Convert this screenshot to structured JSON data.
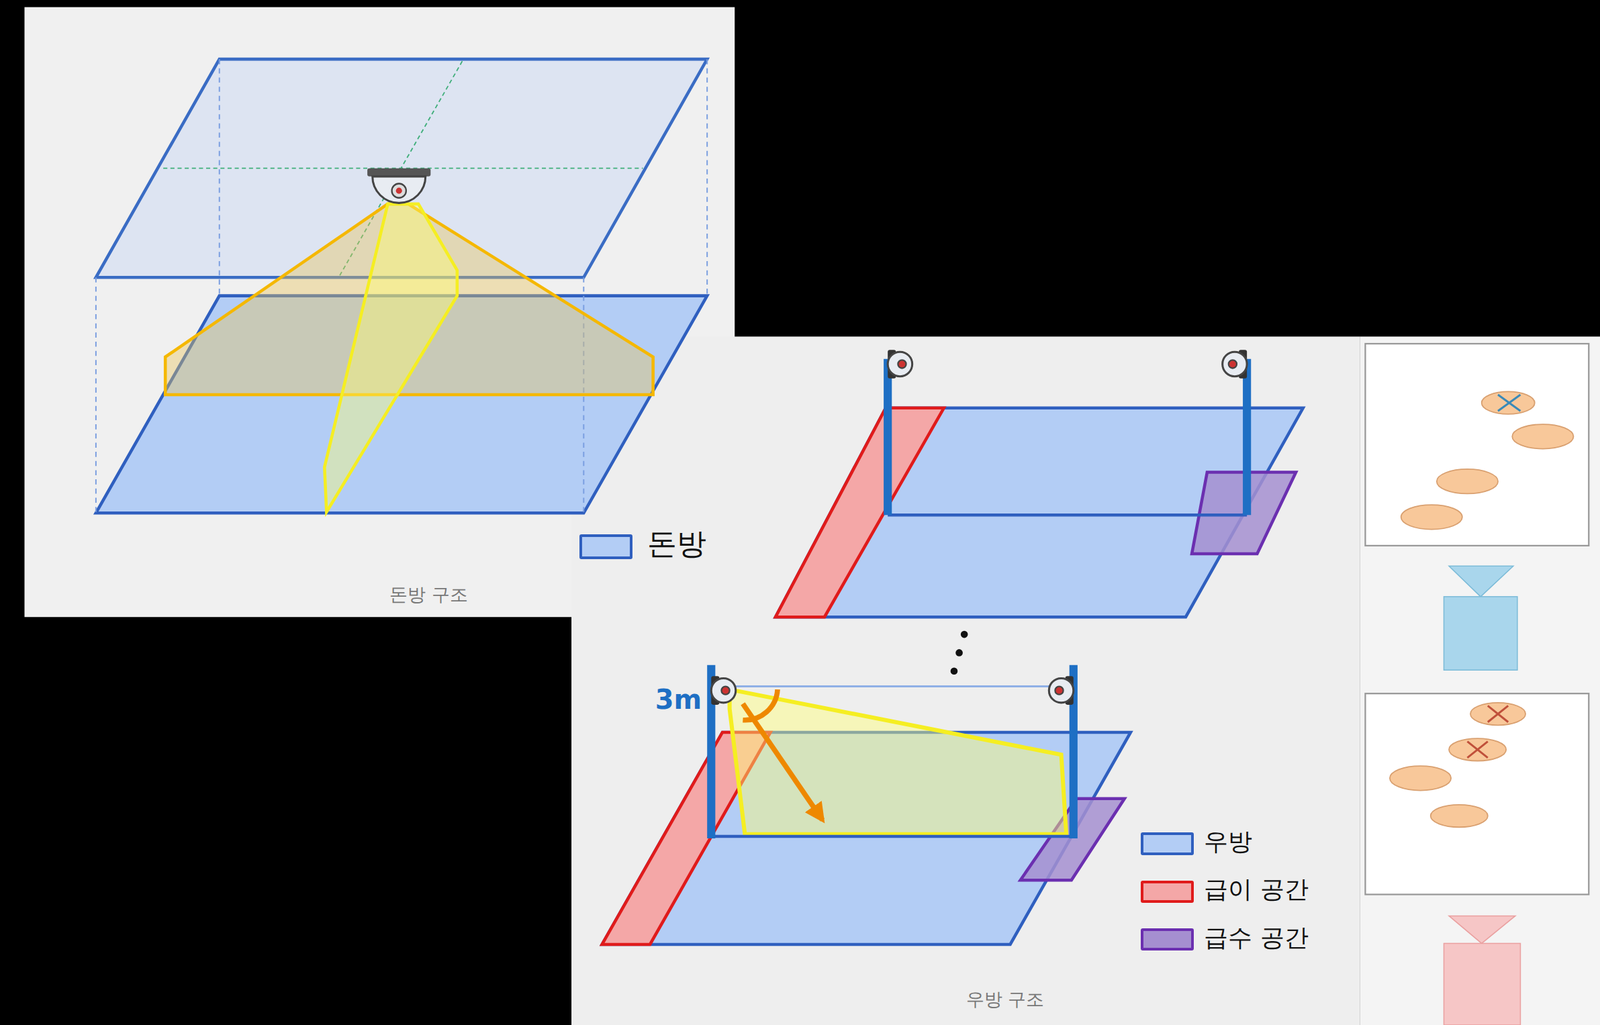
{
  "diagram": {
    "labels": [
      "3m",
      "돈방 구조",
      "우방 구조"
    ],
    "legend": [
      {
        "text": "돈방",
        "color": "#b3cdf5"
      },
      {
        "text": "우방",
        "color": "#b3cdf5"
      },
      {
        "text": "급이 공간",
        "color": "#f4a7a7"
      },
      {
        "text": "급수 공간",
        "color": "#a58fd0"
      }
    ]
  }
}
